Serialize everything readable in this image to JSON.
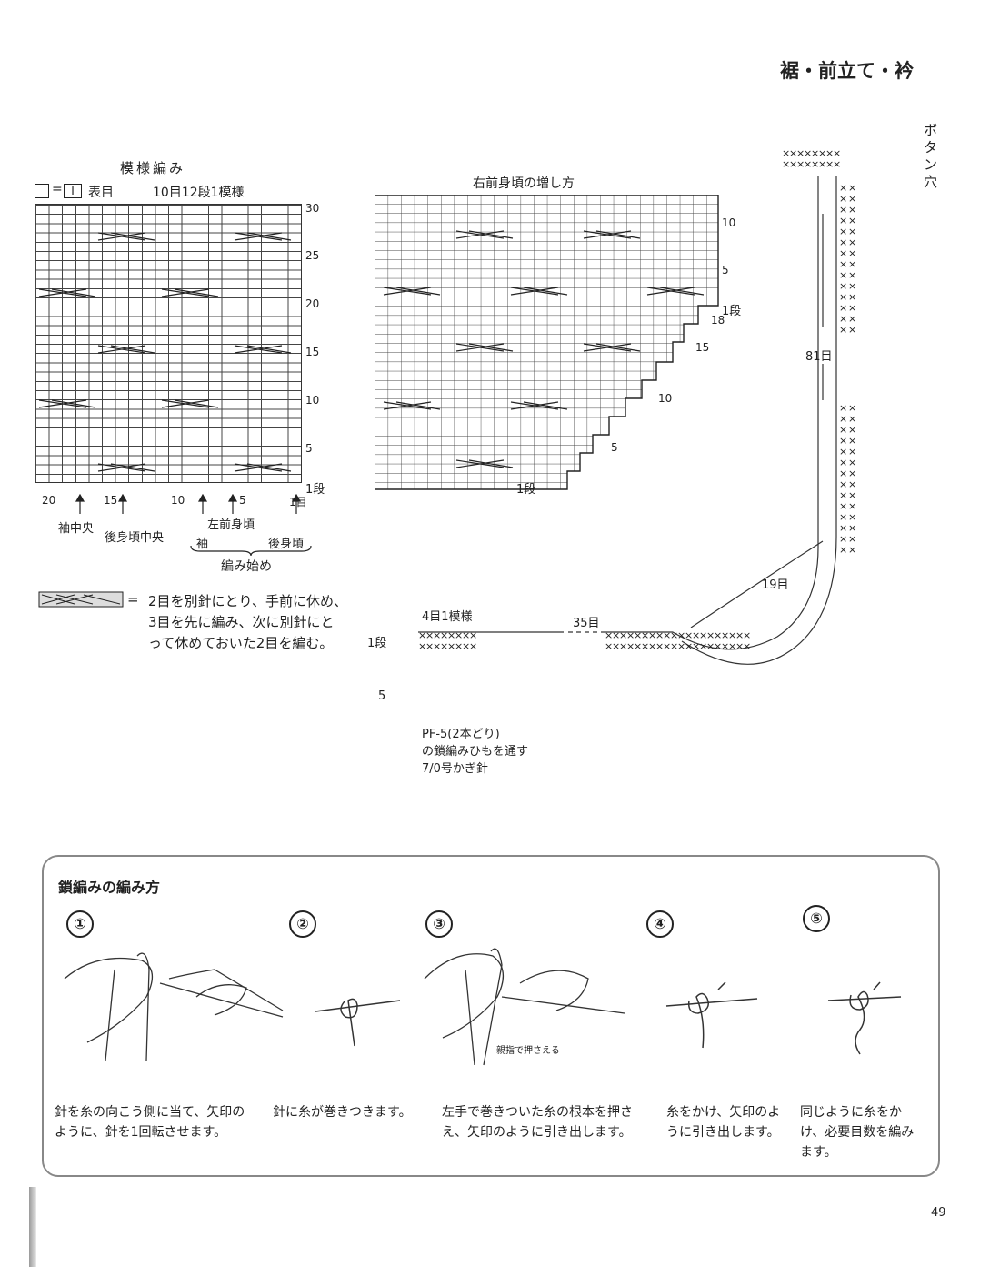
{
  "header": {
    "title": "裾・前立て・衿"
  },
  "pattern_chart": {
    "title": "模様編み",
    "legend_symbol_box": "□",
    "legend_eq": "=",
    "legend_symbol_bar": "I",
    "legend_text": "表目",
    "repeat_note": "10目12段1模様",
    "row_labels": [
      "30",
      "25",
      "20",
      "15",
      "10",
      "5",
      "1段"
    ],
    "col_labels": [
      "20",
      "15",
      "10",
      "5",
      "1目"
    ],
    "markers": {
      "sleeve_center": "袖中央",
      "back_center": "後身頃中央",
      "left_front": "左前身頃",
      "sleeve": "袖",
      "back_body": "後身頃",
      "start": "編み始め"
    }
  },
  "increase_chart": {
    "title": "右前身頃の増し方",
    "row_labels_right": [
      "10",
      "5",
      "1段"
    ],
    "step_labels": [
      "18",
      "15",
      "10",
      "5",
      "1段"
    ]
  },
  "cable_note": {
    "eq": "=",
    "line1": "2目を別針にとり、手前に休め、",
    "line2": "3目を先に編み、次に別針にと",
    "line3": "って休めておいた2目を編む。"
  },
  "border": {
    "repeat": "4目1模様",
    "stitches_35": "35目",
    "stitches_19": "19目",
    "stitches_81": "81目",
    "row1": "1段",
    "row5": "5",
    "button_hole": "ボタン穴",
    "yarn_note": "PF-5(2本どり)",
    "cord_note": "の鎖編みひもを通す",
    "hook_note": "7/0号かぎ針"
  },
  "chain_guide": {
    "title": "鎖編みの編み方",
    "steps": [
      {
        "num": "①",
        "caption": "針を糸の向こう側に当て、矢印のように、針を1回転させます。"
      },
      {
        "num": "②",
        "caption": "針に糸が巻きつきます。"
      },
      {
        "num": "③",
        "caption": "左手で巻きついた糸の根本を押さえ、矢印のように引き出します。",
        "sub": "親指で押さえる"
      },
      {
        "num": "④",
        "caption": "糸をかけ、矢印のように引き出します。"
      },
      {
        "num": "⑤",
        "caption": "同じように糸をかけ、必要目数を編みます。"
      }
    ]
  },
  "page_number": "49"
}
